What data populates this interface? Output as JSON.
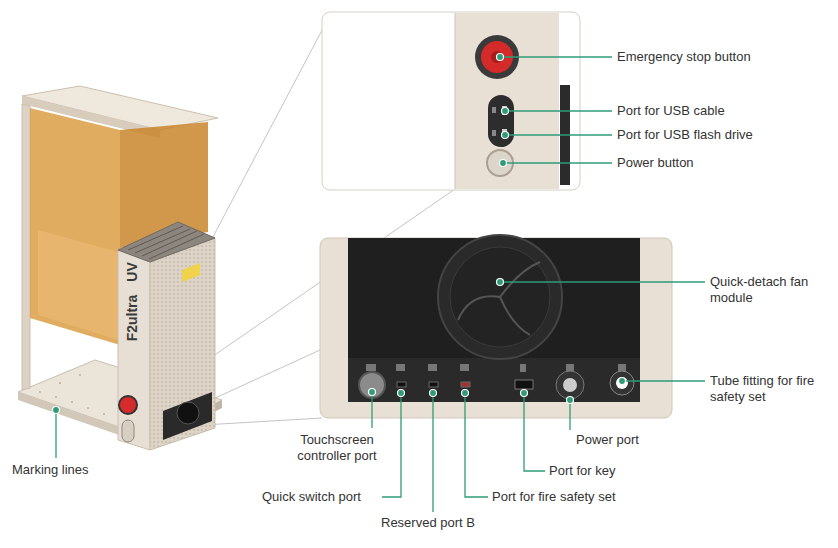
{
  "diagram": {
    "labels": [
      "Emergency stop button",
      "Port for USB cable",
      "Port for USB flash drive",
      "Power button",
      "F2ultra",
      "UV",
      "Quick-detach fan module",
      "Tube fitting for fire safety set",
      "Touchscreen controller port",
      "Power port",
      "Marking lines",
      "Port for key",
      "Quick switch port",
      "Port for fire safety set",
      "Reserved port B"
    ]
  }
}
